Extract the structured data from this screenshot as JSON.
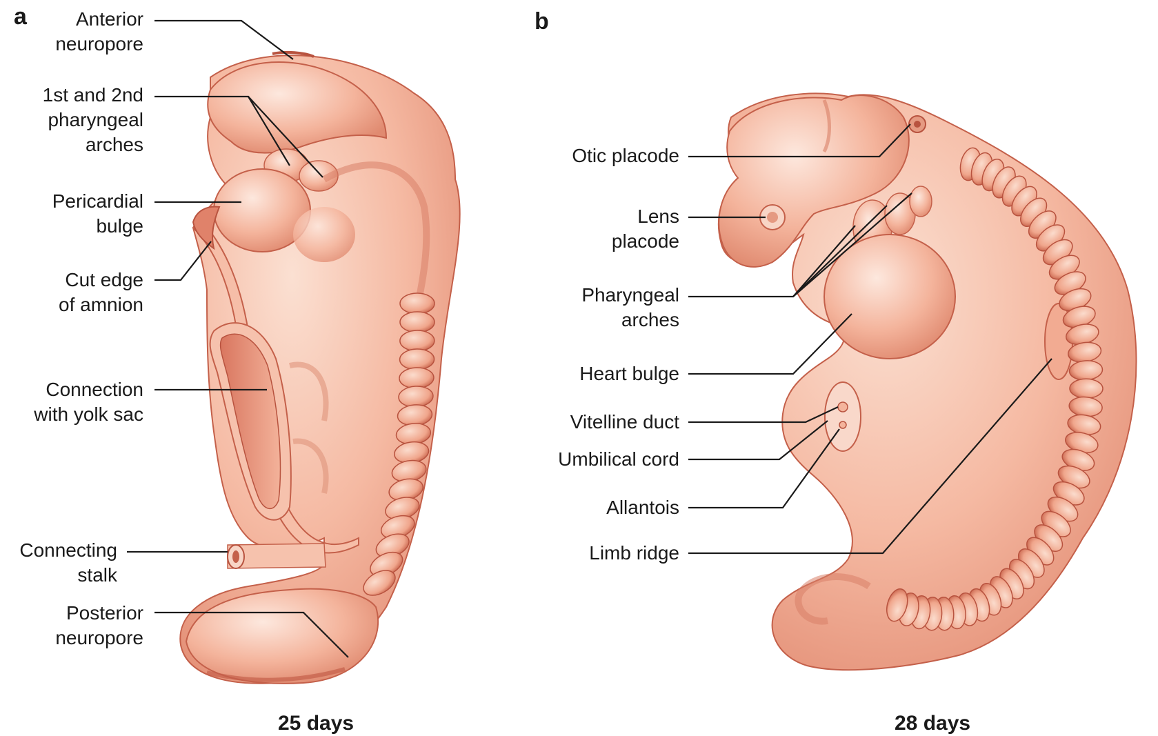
{
  "panels": [
    {
      "letter": "a",
      "caption": "25 days",
      "labels": {
        "anterior_neuropore": [
          "Anterior",
          "neuropore"
        ],
        "pharyngeal_arches_1_2": [
          "1st and 2nd",
          "pharyngeal",
          "arches"
        ],
        "pericardial_bulge": [
          "Pericardial",
          "bulge"
        ],
        "cut_edge_amnion": [
          "Cut edge",
          "of amnion"
        ],
        "connection_yolk_sac": [
          "Connection",
          "with yolk sac"
        ],
        "connecting_stalk": [
          "Connecting",
          "stalk"
        ],
        "posterior_neuropore": [
          "Posterior",
          "neuropore"
        ]
      }
    },
    {
      "letter": "b",
      "caption": "28 days",
      "labels": {
        "otic_placode": [
          "Otic placode"
        ],
        "lens_placode": [
          "Lens",
          "placode"
        ],
        "pharyngeal_arches": [
          "Pharyngeal",
          "arches"
        ],
        "heart_bulge": [
          "Heart bulge"
        ],
        "vitelline_duct": [
          "Vitelline duct"
        ],
        "umbilical_cord": [
          "Umbilical cord"
        ],
        "allantois": [
          "Allantois"
        ],
        "limb_ridge": [
          "Limb ridge"
        ]
      }
    }
  ],
  "colors": {
    "tissue_light": "#f8cdb9",
    "tissue_mid": "#f2ab92",
    "tissue_dark": "#d9765f",
    "outline": "#b8533f"
  }
}
